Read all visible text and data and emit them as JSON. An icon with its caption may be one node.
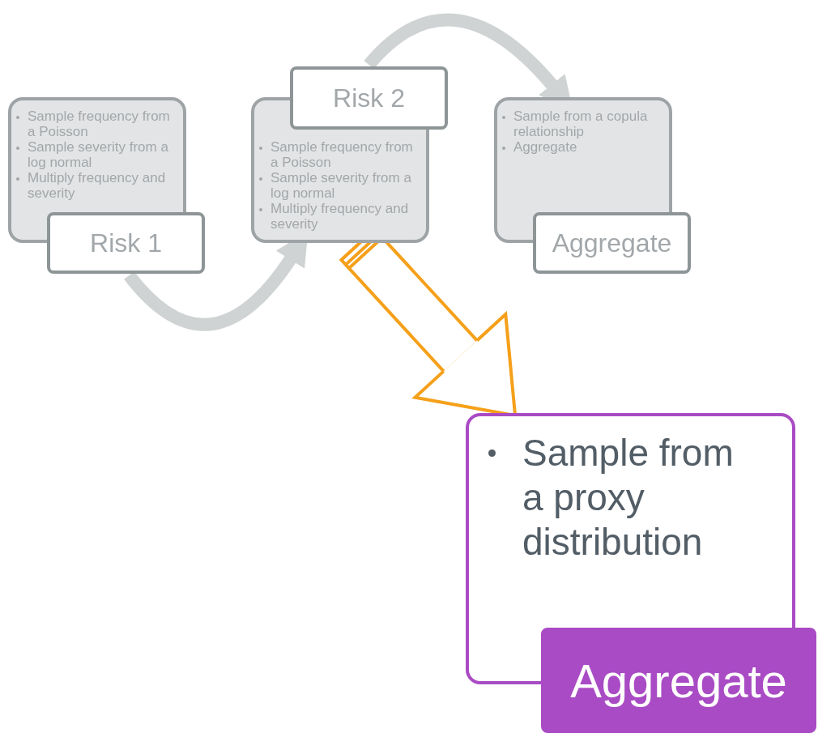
{
  "diagram": {
    "nodes": [
      {
        "text": [
          "Sample frequency from a Poisson",
          "Sample severity from a log normal",
          "Multiply frequency and severity",
          "Risk 1"
        ]
      },
      {
        "text": [
          "Risk 2",
          "Sample frequency from a Poisson",
          "Sample severity from a log normal",
          "Multiply frequency and severity"
        ]
      },
      {
        "text": [
          "Sample from a copula relationship",
          "Aggregate",
          "Aggregate"
        ]
      },
      {
        "text": [
          "Sample from a proxy distribution",
          "Aggregate"
        ]
      }
    ],
    "edges": [
      {
        "from": 0,
        "to": 1,
        "arrow": "to"
      },
      {
        "from": 1,
        "to": 2,
        "arrow": "to"
      },
      {
        "from": 1,
        "to": 3,
        "arrow": "to",
        "color": "#f5a01a"
      }
    ]
  }
}
